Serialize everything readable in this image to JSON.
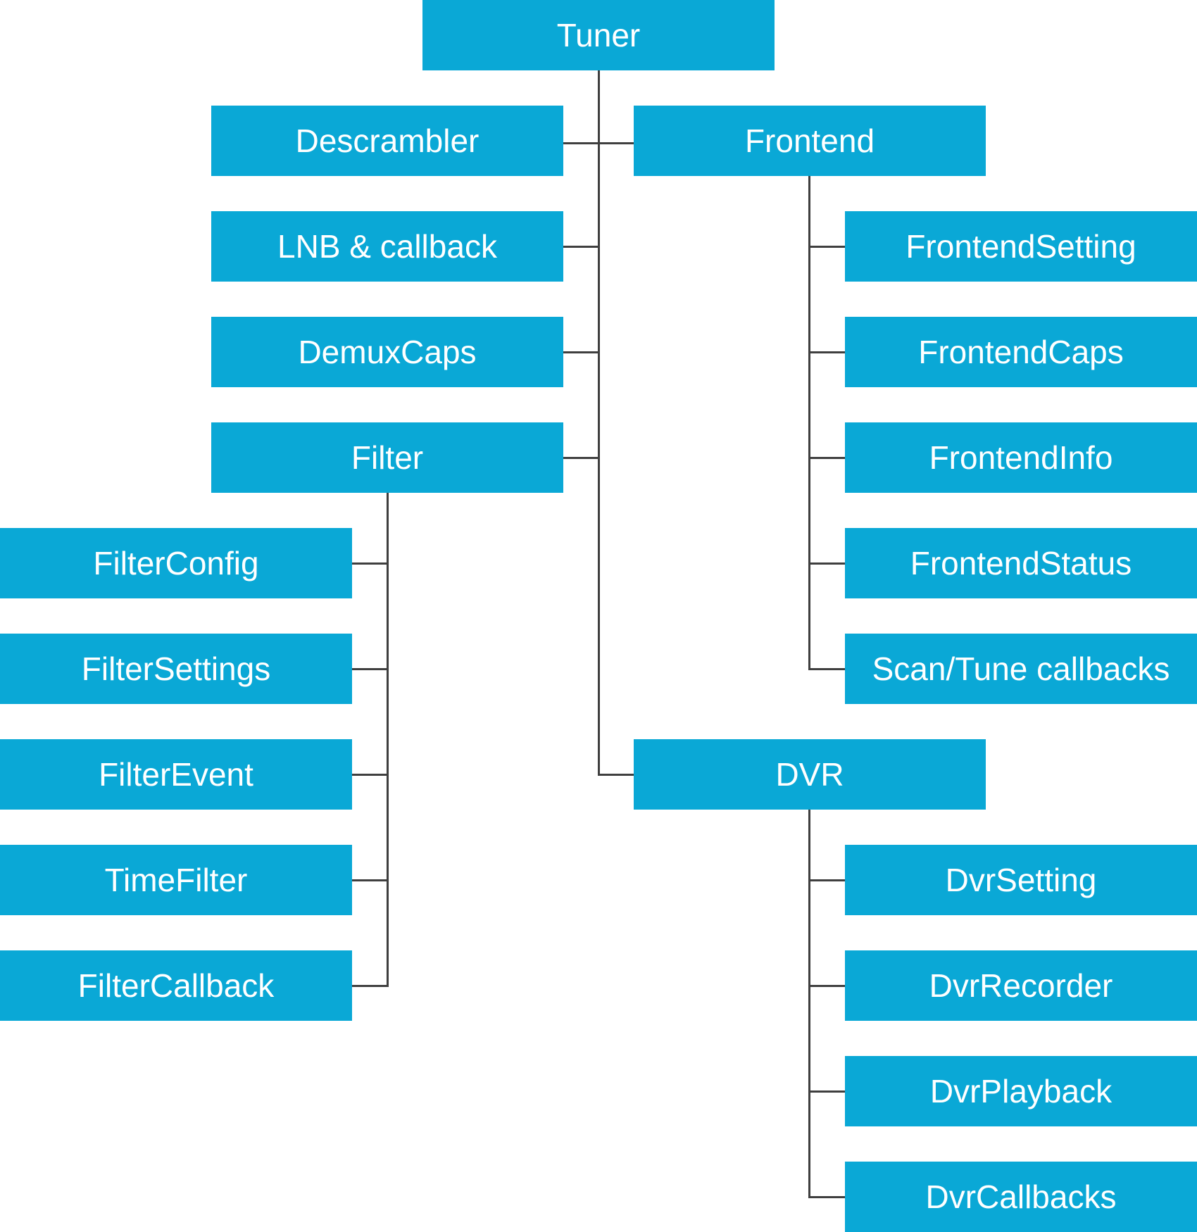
{
  "colors": {
    "node_fill": "#0aa8d6",
    "node_text": "#ffffff",
    "connector": "#3f3f3f"
  },
  "nodes": {
    "tuner": "Tuner",
    "descrambler": "Descrambler",
    "frontend": "Frontend",
    "lnb_callback": "LNB & callback",
    "demux_caps": "DemuxCaps",
    "filter": "Filter",
    "filter_config": "FilterConfig",
    "filter_settings": "FilterSettings",
    "filter_event": "FilterEvent",
    "time_filter": "TimeFilter",
    "filter_callback": "FilterCallback",
    "frontend_setting": "FrontendSetting",
    "frontend_caps": "FrontendCaps",
    "frontend_info": "FrontendInfo",
    "frontend_status": "FrontendStatus",
    "scan_tune_callbacks": "Scan/Tune callbacks",
    "dvr": "DVR",
    "dvr_setting": "DvrSetting",
    "dvr_recorder": "DvrRecorder",
    "dvr_playback": "DvrPlayback",
    "dvr_callbacks": "DvrCallbacks"
  }
}
